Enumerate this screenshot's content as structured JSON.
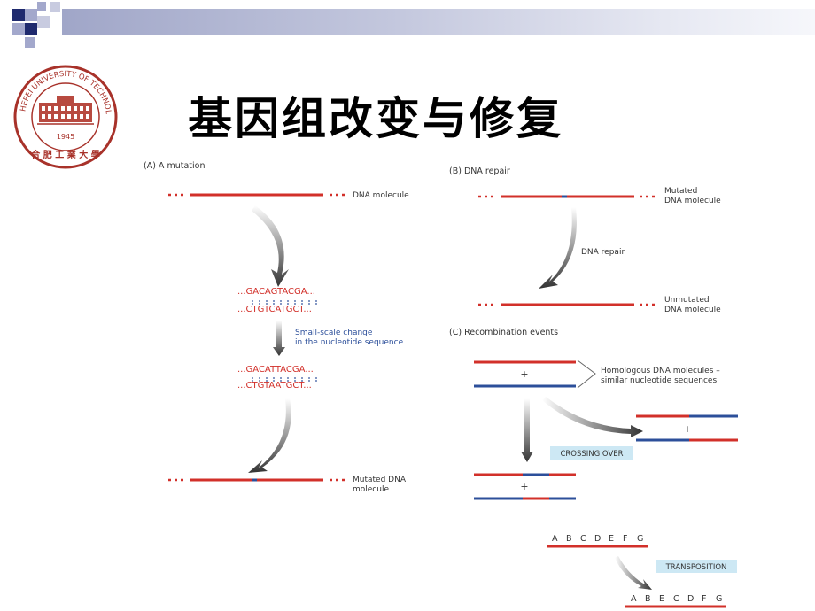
{
  "slide": {
    "title": "基因组改变与修复"
  },
  "colors": {
    "dna_red": "#d2302a",
    "dna_blue": "#2c4f9a",
    "dark_squares": "#1f2a6e",
    "light_squares": "#a3a8cc",
    "label_box": "#cde8f4"
  },
  "logo": {
    "ring_text": "HEFEI UNIVERSITY OF TECHNOLOGY",
    "year": "1945",
    "motto": "合  肥  工  業  大  學"
  },
  "figure": {
    "panel_a": {
      "label": "(A) A mutation",
      "dna_label": "DNA molecule",
      "seq_top_1": "...GACAGTACGA...",
      "seq_bot_1": "...CTGTCATGCT...",
      "change_line1": "Small-scale change",
      "change_line2": "in the nucleotide sequence",
      "seq_top_2": "...GACATTACGA...",
      "seq_bot_2": "...CTGTAATGCT...",
      "mutated_line1": "Mutated DNA",
      "mutated_line2": "molecule"
    },
    "panel_b": {
      "label": "(B) DNA repair",
      "mutated_line1": "Mutated",
      "mutated_line2": "DNA molecule",
      "repair_label": "DNA repair",
      "unmutated_line1": "Unmutated",
      "unmutated_line2": "DNA molecule"
    },
    "panel_c": {
      "label": "(C) Recombination events",
      "plus": "+",
      "homologous_line1": "Homologous DNA molecules –",
      "homologous_line2": "similar nucleotide sequences",
      "crossing_over": "CROSSING OVER",
      "transposition": "TRANSPOSITION",
      "letters_before": [
        "A",
        "B",
        "C",
        "D",
        "E",
        "F",
        "G"
      ],
      "letters_after": [
        "A",
        "B",
        "E",
        "C",
        "D",
        "F",
        "G"
      ]
    }
  }
}
